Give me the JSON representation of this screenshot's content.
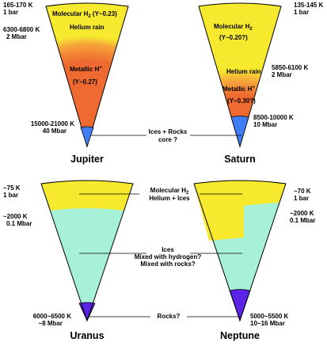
{
  "colors": {
    "molecular": "#f6e92e",
    "metallic": "#ee6a30",
    "ice": "#a6f1d8",
    "core_jupiter_saturn": "#3e7ef2",
    "rock_core": "#5a23e6",
    "outline": "#000000"
  },
  "jupiter": {
    "name": "Jupiter",
    "surface_temp": "165-170 K",
    "surface_pressure": "1 bar",
    "molecular_label_a": "Molecular H",
    "molecular_label_sub": "2",
    "molecular_label_b": " (Y~0.23)",
    "helium_rain": "Helium rain",
    "transition_temp": "6300-6800 K",
    "transition_pressure": "2 Mbar",
    "metallic_label": "Metallic H",
    "metallic_sup": "+",
    "metallic_y": "(Y~0.27)",
    "core_temp": "15000-21000 K",
    "core_pressure": "40 Mbar"
  },
  "saturn": {
    "name": "Saturn",
    "surface_temp": "135-145 K",
    "surface_pressure": "1 bar",
    "molecular_label_a": "Molecular H",
    "molecular_label_sub": "2",
    "molecular_y": "(Y~0.20?)",
    "helium_rain": "Helium rain",
    "transition_temp": "5850-6100 K",
    "transition_pressure": "2 Mbar",
    "metallic_label": "Metallic H",
    "metallic_sup": "+",
    "metallic_y": "(Y~0.30?)",
    "core_temp": "8500-10000 K",
    "core_pressure": "10 Mbar"
  },
  "center_top": {
    "core_line1": "Ices + Rocks",
    "core_line2": "core ?"
  },
  "uranus": {
    "name": "Uranus",
    "surface_temp": "~75 K",
    "surface_pressure": "1 bar",
    "transition_temp": "~2000 K",
    "transition_pressure": "0.1 Mbar",
    "core_temp": "6000~6500 K",
    "core_pressure": "~8 Mbar"
  },
  "neptune": {
    "name": "Neptune",
    "surface_temp": "~70 K",
    "surface_pressure": "1 bar",
    "transition_temp": "~2000 K",
    "transition_pressure": "0.1 Mbar",
    "core_temp": "5000~5500 K",
    "core_pressure": "10~16 Mbar"
  },
  "center_bottom": {
    "envelope_line1_a": "Molecular H",
    "envelope_line1_sub": "2",
    "envelope_line2": "Helium + Ices",
    "ices_line1": "Ices",
    "ices_line2": "Mixed with hydrogen?",
    "ices_line3": "Mixed with rocks?",
    "rocks": "Rocks?"
  }
}
